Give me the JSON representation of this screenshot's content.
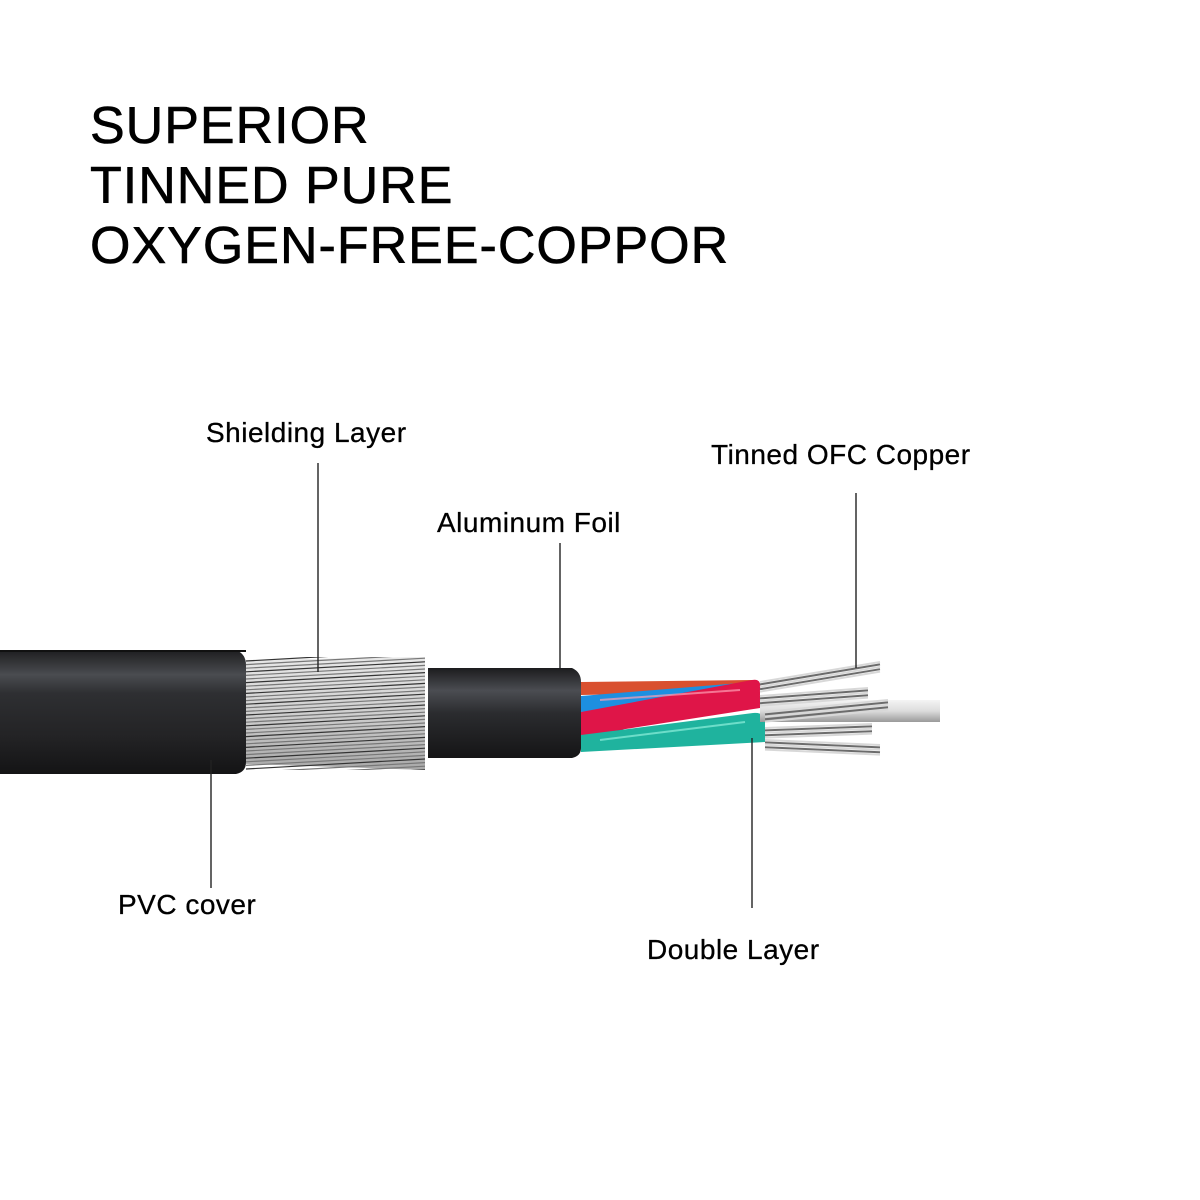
{
  "title": {
    "lines": [
      "SUPERIOR",
      "TINNED PURE",
      "OXYGEN-FREE-COPPOR"
    ]
  },
  "callouts": {
    "shielding_layer": "Shielding Layer",
    "aluminum_foil": "Aluminum Foil",
    "tinned_ofc_copper": "Tinned OFC Copper",
    "pvc_cover": "PVC cover",
    "double_layer": "Double Layer"
  },
  "colors": {
    "jacket": "#2b2b2d",
    "wire_orange": "#e0502e",
    "wire_blue": "#1e8fe0",
    "wire_red": "#e0144a",
    "wire_teal": "#20b5a0",
    "wire_maroon": "#a0104a",
    "strand": "#b8b8b8",
    "white_core": "#e6e6e6"
  }
}
